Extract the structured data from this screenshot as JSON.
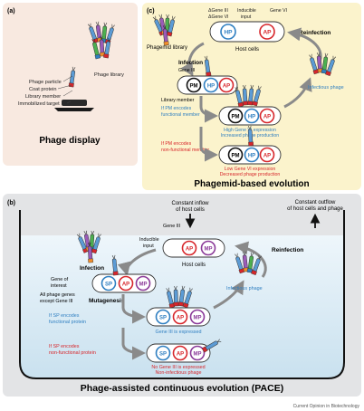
{
  "panel_a": {
    "tag": "(a)",
    "labels": {
      "phage_particle": "Phage particle",
      "coat_protein": "Coat protein",
      "library_member": "Library member",
      "immobilized_target": "Immobilized target",
      "phage_library": "Phage library"
    },
    "title": "Phage display"
  },
  "panel_c": {
    "tag": "(c)",
    "labels": {
      "phagemid_library": "Phagemid library",
      "delta_gene3": "ΔGene III",
      "delta_gene6": "ΔGene VI",
      "inducible_input": "Inducible",
      "inducible_input2": "input",
      "gene6": "Gene VI",
      "host_cells": "Host cells",
      "reinfection": "Reinfection",
      "infection": "Infection",
      "gene3": "Gene III",
      "library_member": "Library member",
      "infectious_phage": "Infectious phage",
      "if_functional_1": "If PM encodes",
      "if_functional_2": "functional member",
      "high_expr_1": "High Gene VI expression",
      "high_expr_2": "Increased phage production",
      "if_nonfunctional_1": "If PM encodes",
      "if_nonfunctional_2": "non-functional member",
      "low_expr_1": "Low Gene VI expression",
      "low_expr_2": "Decreased phage production"
    },
    "plasmids": {
      "pm": "PM",
      "hp": "HP",
      "ap": "AP"
    },
    "title": "Phagemid-based evolution"
  },
  "panel_b": {
    "tag": "(b)",
    "labels": {
      "constant_inflow_1": "Constant inflow",
      "constant_inflow_2": "of host cells",
      "constant_outflow_1": "Constant outflow",
      "constant_outflow_2": "of host cells and phage",
      "gene3": "Gene III",
      "inducible_1": "Inducible",
      "inducible_2": "input",
      "host_cells": "Host cells",
      "reinfection": "Reinfection",
      "infection": "Infection",
      "gene_of_interest_1": "Gene of",
      "gene_of_interest_2": "interest",
      "all_genes_1": "All phage genes",
      "all_genes_2": "except Gene III",
      "mutagenesis": "Mutagenesis",
      "infectious_phage": "Infectious phage",
      "if_sp_functional_1": "If SP encodes",
      "if_sp_functional_2": "functional protein",
      "gene3_expressed": "Gene III is expressed",
      "if_sp_nonfunctional_1": "If SP encodes",
      "if_sp_nonfunctional_2": "non-functional protein",
      "no_gene3_1": "No Gene III is expressed",
      "no_gene3_2": "Non-infectious phage"
    },
    "plasmids": {
      "sp": "SP",
      "ap": "AP",
      "mp": "MP"
    },
    "title": "Phage-assisted continuous evolution (PACE)"
  },
  "credit": "Current Opinion in Biotechnology",
  "colors": {
    "panel_a_bg": "#f8e9e0",
    "panel_c_bg": "#fbf3cc",
    "panel_b_bg": "#e3e4e6",
    "vessel_water": "#d9ecf5",
    "blue": "#2f7fc1",
    "red": "#d7262b",
    "purple": "#8b3a99",
    "arrow": "#888888"
  }
}
